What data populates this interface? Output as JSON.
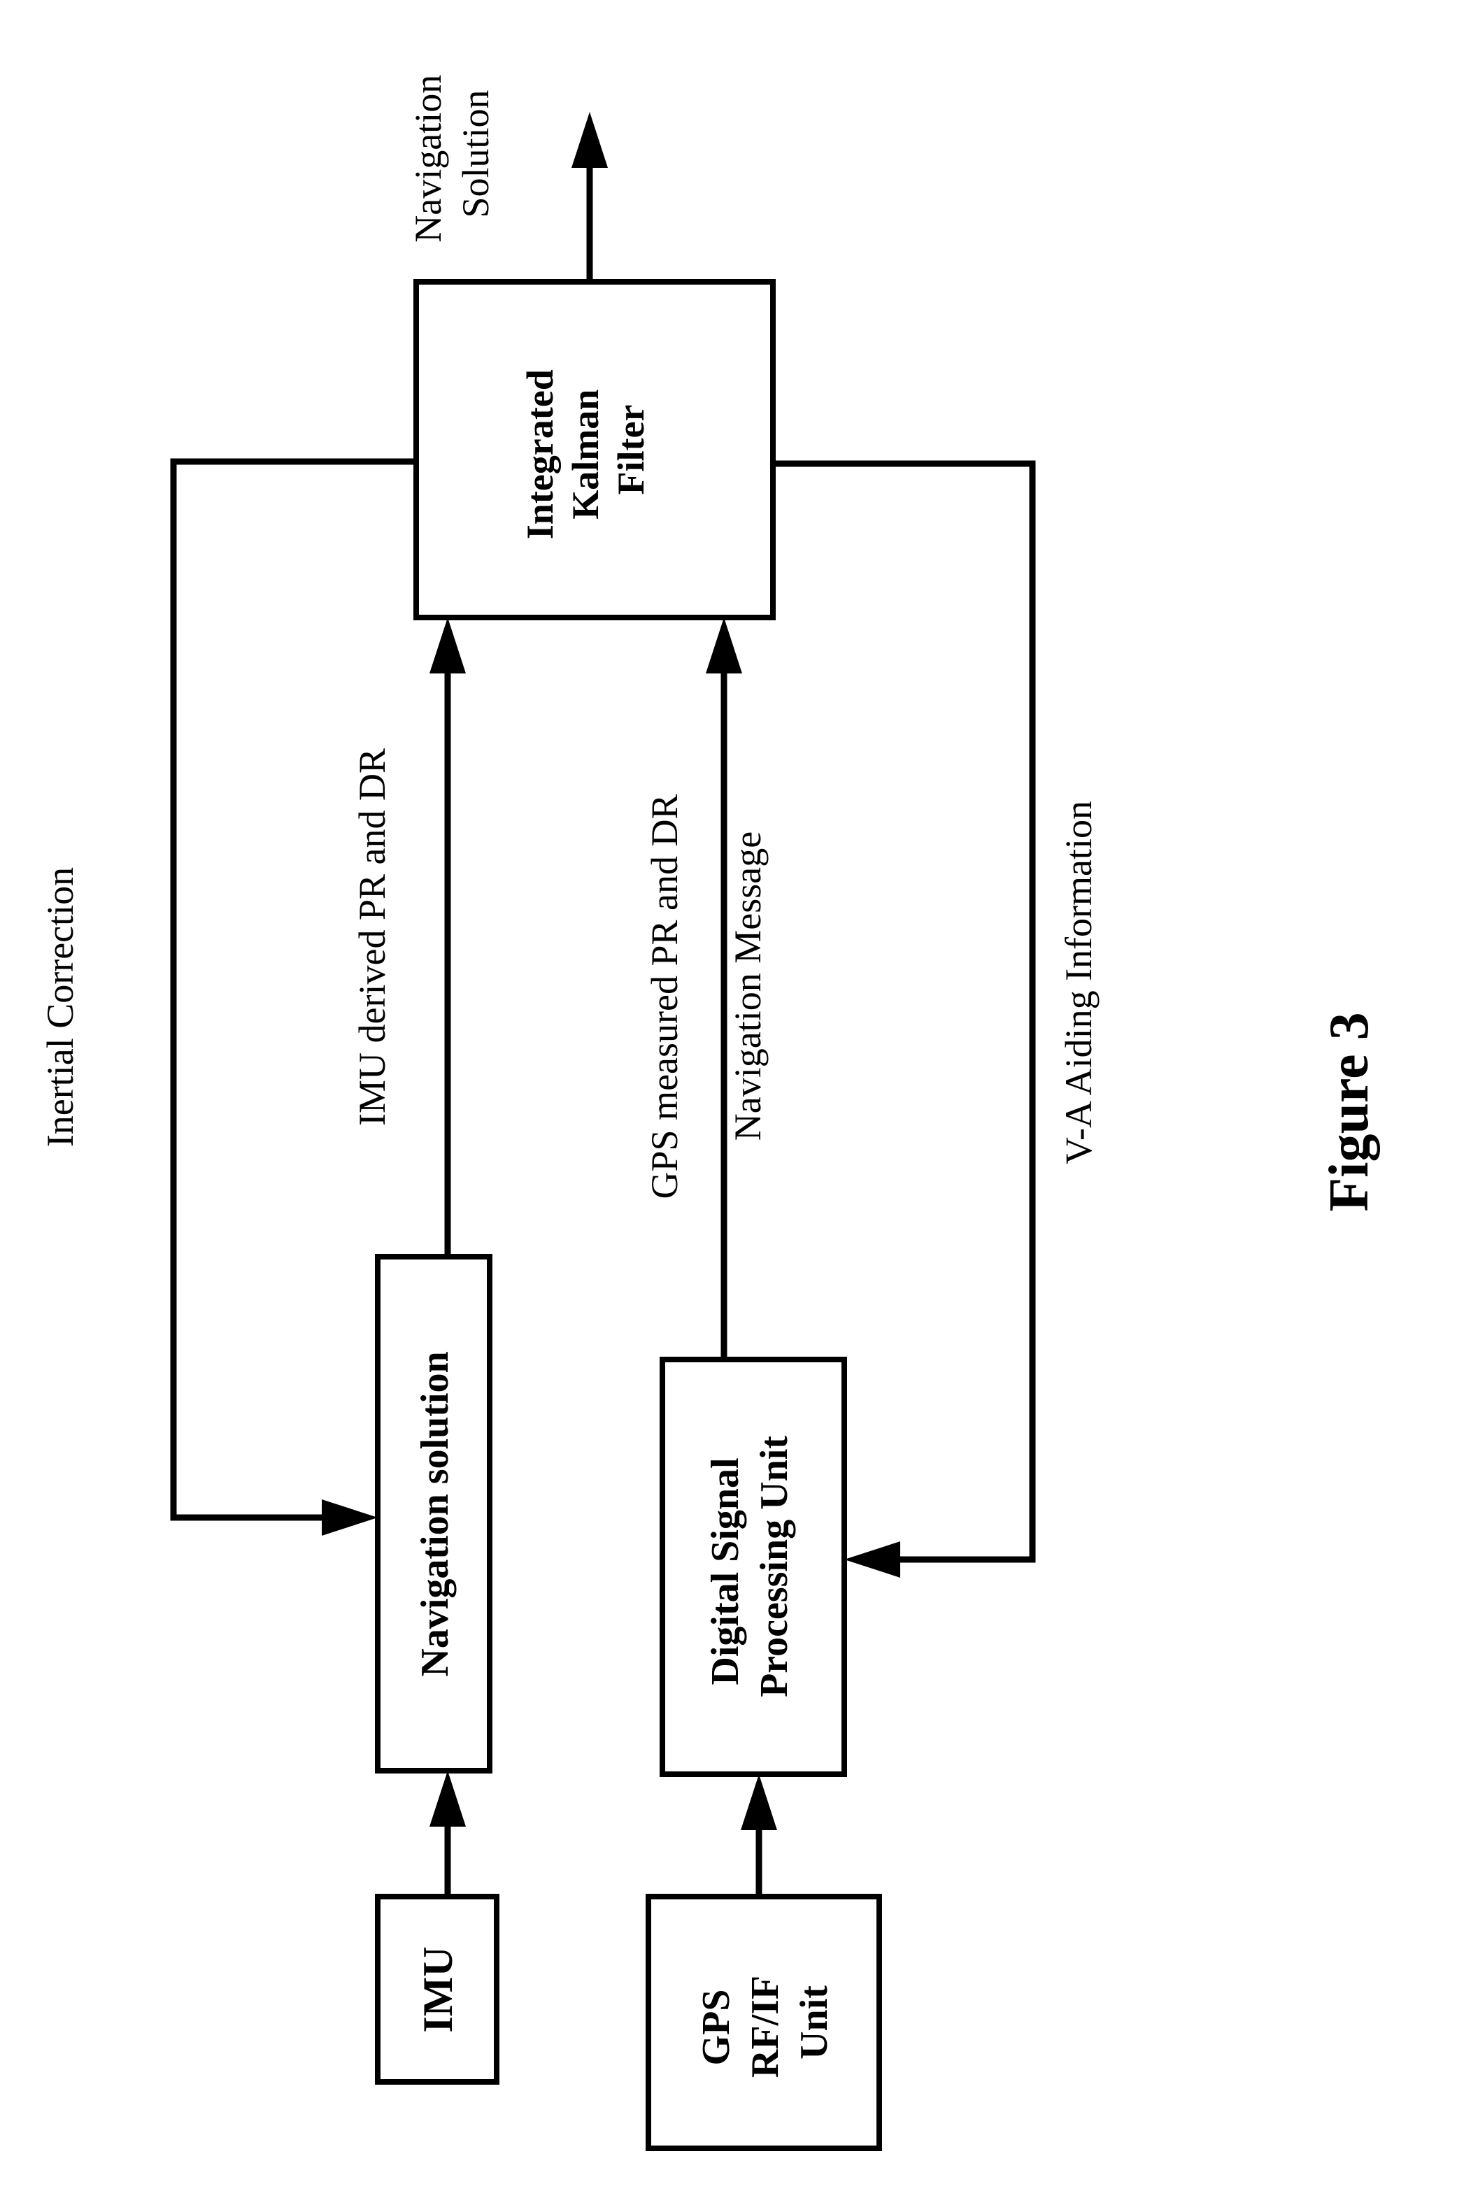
{
  "diagram": {
    "blocks": {
      "imu": {
        "lines": [
          "IMU"
        ]
      },
      "navigation_solution": {
        "lines": [
          "Navigation solution"
        ]
      },
      "gps_rf_if_unit": {
        "lines": [
          "GPS",
          "RF/IF",
          "Unit"
        ]
      },
      "digital_signal_processing_unit": {
        "lines": [
          "Digital Signal",
          "Processing Unit"
        ]
      },
      "integrated_kalman_filter": {
        "lines": [
          "Integrated",
          "Kalman",
          "Filter"
        ]
      }
    },
    "edge_labels": {
      "inertial_correction": "Inertial Correction",
      "imu_derived": "IMU derived PR and DR",
      "gps_measured": "GPS measured PR and DR",
      "navigation_message": "Navigation Message",
      "va_aiding": "V-A Aiding Information",
      "navigation_output": [
        "Navigation",
        "Solution"
      ]
    },
    "figure_caption": "Figure  3"
  }
}
